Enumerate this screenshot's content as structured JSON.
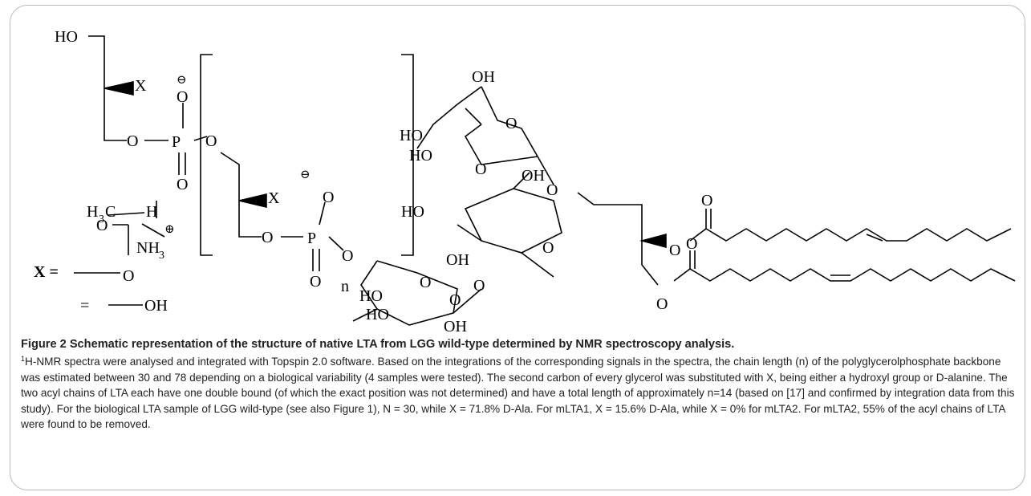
{
  "figure": {
    "title": "Figure 2 Schematic representation of the structure of native LTA from LGG wild-type determined by NMR spectroscopy analysis.",
    "caption_superscript": "1",
    "caption_body": "H-NMR spectra were analysed and integrated with Topspin 2.0 software. Based on the integrations of the corresponding signals in the spectra, the chain length (n) of the polyglycerolphosphate backbone was estimated between 30 and 78 depending on a biological variability (4 samples were tested). The second carbon of every glycerol was substituted with X, being either a hydroxyl group or D-alanine. The two acyl chains of LTA each have one double bound (of which the exact position was not determined) and have a total length of approximately n=14 (based on [17] and confirmed by integration data from this study). For the biological LTA sample of LGG wild-type (see also Figure 1), N = 30, while X = 71.8% D-Ala. For mLTA1, X = 15.6% D-Ala, while X = 0% for mLTA2. For mLTA2, 55% of the acyl chains of LTA were found to be removed."
  },
  "structure_labels": {
    "ho": "HO",
    "oh": "OH",
    "o": "O",
    "p": "P",
    "x": "X",
    "n": "n",
    "x_eq": "X =",
    "eq": "=",
    "h": "H",
    "h3c_h": "H",
    "h3c_3": "3",
    "h3c_c": "C",
    "nh": "NH",
    "nh_3": "3",
    "minus": "⊖",
    "plus": "⊕"
  }
}
